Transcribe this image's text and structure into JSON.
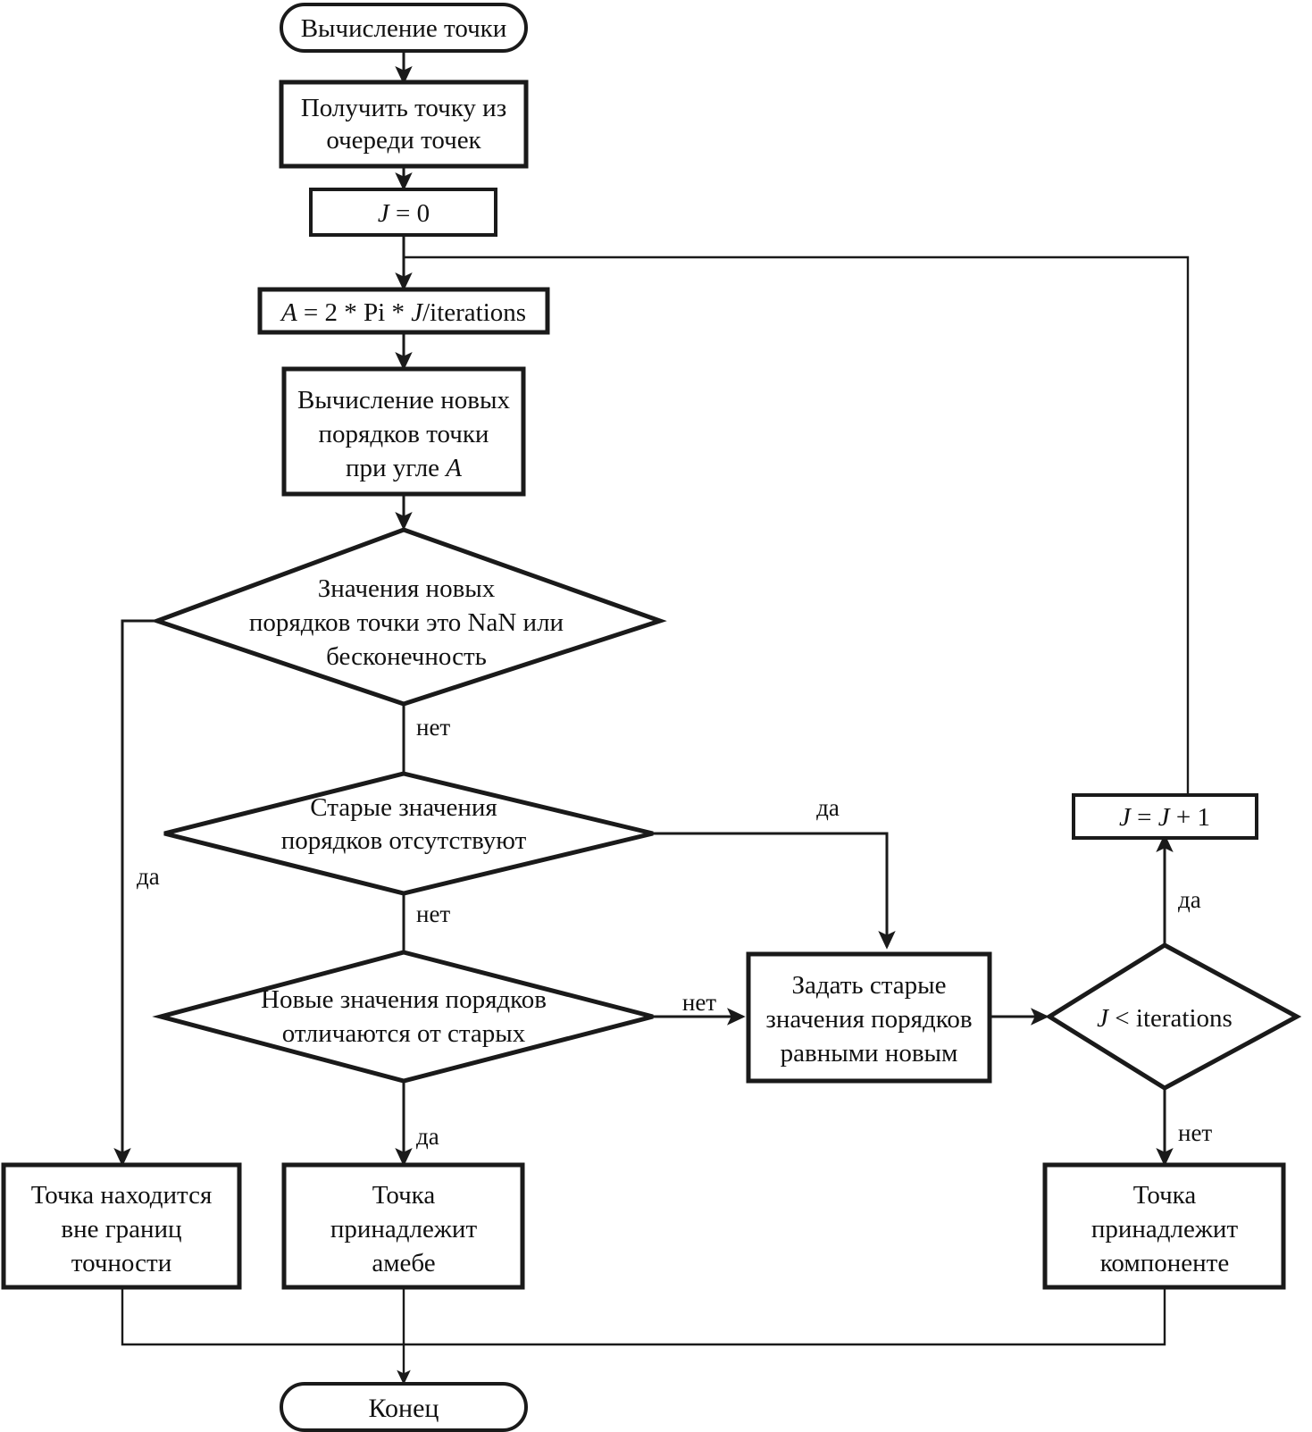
{
  "diagram": {
    "title_text": "",
    "language": "ru",
    "colors": {
      "stroke": "#1a1a1a",
      "fill": "#ffffff",
      "text": "#111111"
    },
    "nodes": {
      "start": {
        "label": "Вычисление точки",
        "shape": "terminator"
      },
      "get_point": {
        "line1": "Получить точку из",
        "line2": "очереди точек",
        "shape": "process"
      },
      "j_init": {
        "label_pre": "J",
        "label_post": " = 0",
        "shape": "process"
      },
      "angle": {
        "label_a": "A",
        "label_mid": " = 2 * Pi * ",
        "label_j": "J",
        "label_tail": "/iterations",
        "shape": "process"
      },
      "compute_orders": {
        "line1": "Вычисление новых",
        "line2": "порядков точки",
        "line3_pre": "при угле ",
        "line3_var": "A",
        "shape": "process"
      },
      "check_nan": {
        "line1": "Значения новых",
        "line2": "порядков точки это NaN или",
        "line3": "бесконечность",
        "shape": "decision"
      },
      "check_old_missing": {
        "line1": "Старые значения",
        "line2": "порядков отсутствуют",
        "shape": "decision"
      },
      "check_differ": {
        "line1": "Новые значения порядков",
        "line2": "отличаются от старых",
        "shape": "decision"
      },
      "set_old": {
        "line1": "Задать старые",
        "line2": "значения порядков",
        "line3": "равными новым",
        "shape": "process"
      },
      "check_iter": {
        "label_var": "J",
        "label_rest": " < iterations",
        "shape": "decision"
      },
      "j_increment": {
        "label_j1": "J",
        "label_eq": " = ",
        "label_j2": "J",
        "label_plus": " + 1",
        "shape": "process"
      },
      "out_of_precision": {
        "line1": "Точка находится",
        "line2": "вне границ",
        "line3": "точности",
        "shape": "process"
      },
      "belongs_amoeba": {
        "line1": "Точка",
        "line2": "принадлежит",
        "line3": "амебе",
        "shape": "process"
      },
      "belongs_component": {
        "line1": "Точка",
        "line2": "принадлежит",
        "line3": "компоненте",
        "shape": "process"
      },
      "end": {
        "label": "Конец",
        "shape": "terminator"
      }
    },
    "edge_labels": {
      "nan_yes": "да",
      "nan_no": "нет",
      "old_missing_yes": "да",
      "old_missing_no": "нет",
      "differ_no": "нет",
      "differ_yes": "да",
      "iter_yes": "да",
      "iter_no": "нет"
    }
  }
}
